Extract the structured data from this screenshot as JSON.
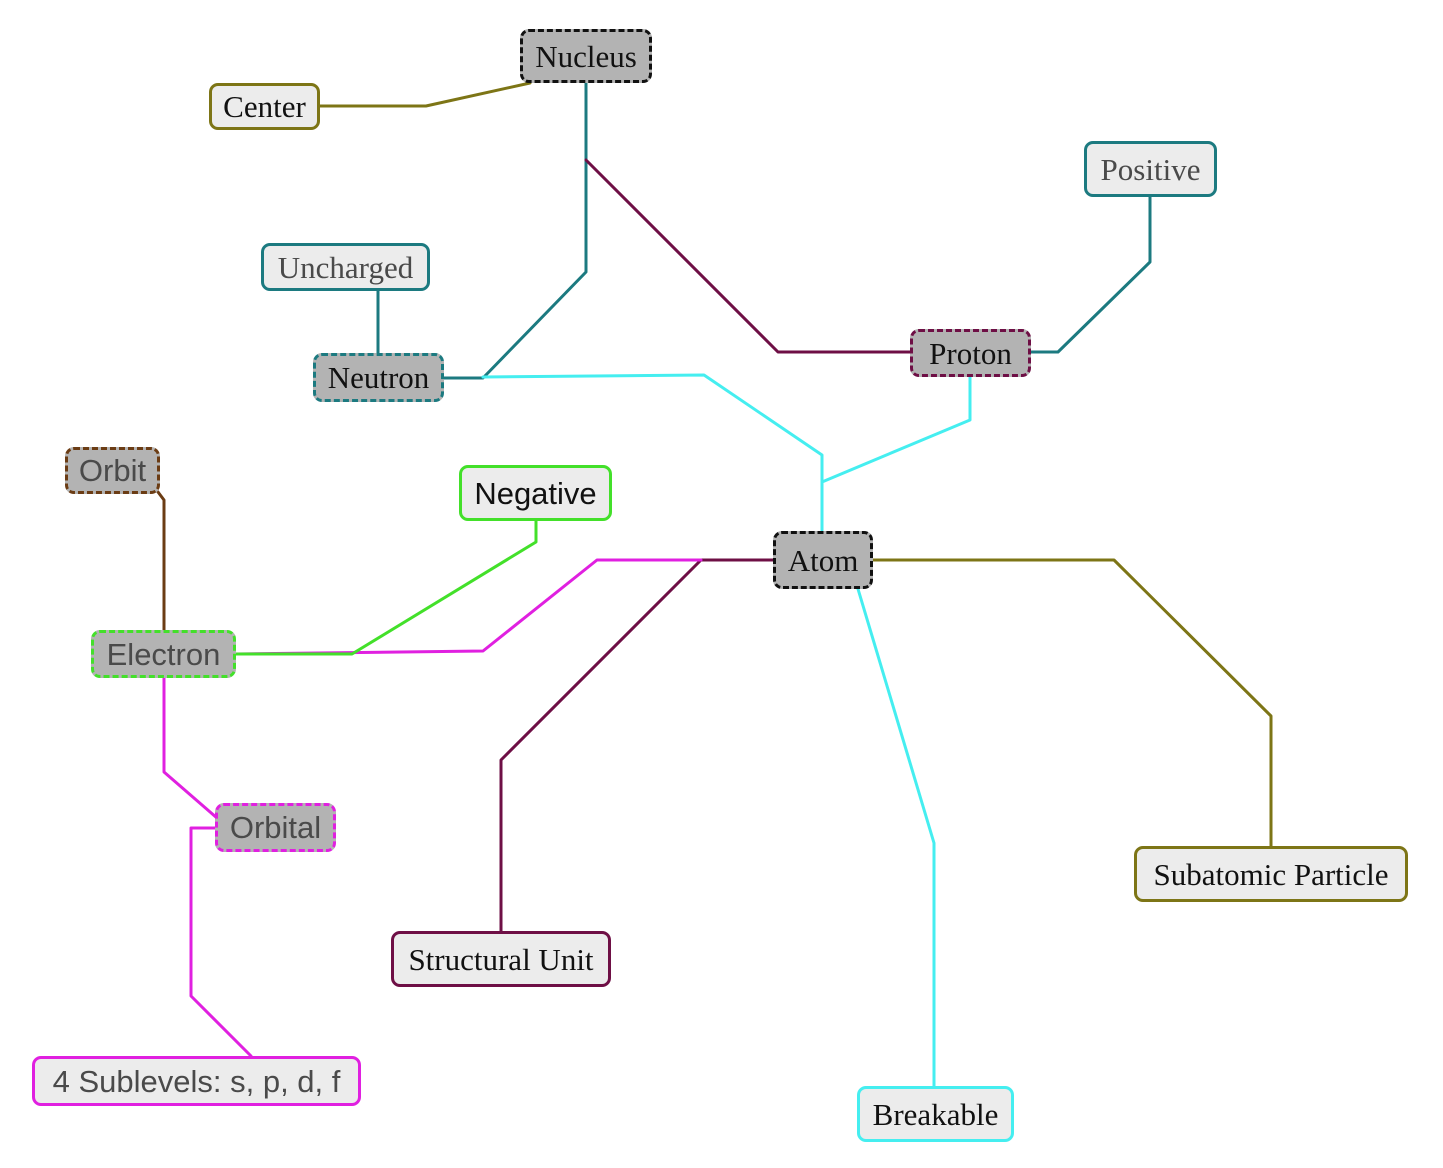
{
  "colors": {
    "black": "#111111",
    "olive": "#7d7516",
    "teal": "#1c7a80",
    "maroon": "#6e0f45",
    "cyan": "#45eef0",
    "brown": "#6b3c14",
    "green": "#43e02a",
    "magenta": "#e020e0"
  },
  "nodes": {
    "nucleus": "Nucleus",
    "center": "Center",
    "positive": "Positive",
    "uncharged": "Uncharged",
    "neutron": "Neutron",
    "proton": "Proton",
    "orbit": "Orbit",
    "negative": "Negative",
    "atom": "Atom",
    "electron": "Electron",
    "orbital": "Orbital",
    "structural_unit": "Structural Unit",
    "subatomic_particle": "Subatomic Particle",
    "sublevels": "4 Sublevels: s, p, d, f",
    "breakable": "Breakable"
  }
}
